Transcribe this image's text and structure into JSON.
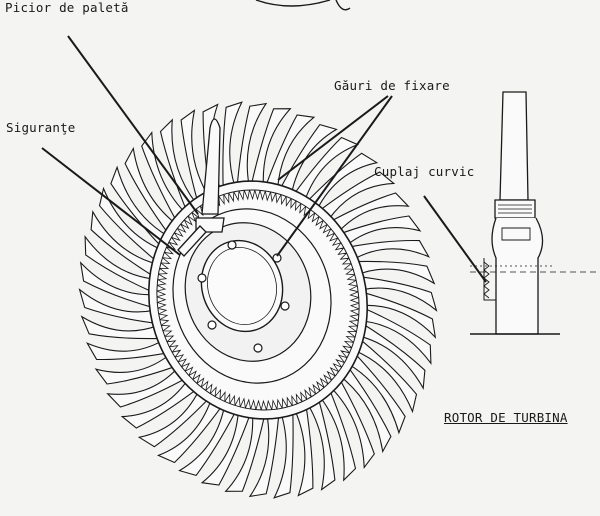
{
  "labels": {
    "picior_de_paleta": "Picior de paletă",
    "gauri_de_fixare": "Găuri de fixare",
    "sigurante": "Siguranţe",
    "cuplaj_curvic": "Cuplaj curvic",
    "rotor_de_turbina": "ROTOR DE TURBINA"
  },
  "colors": {
    "ink": "#1a1a1a",
    "paper": "#f4f4f2",
    "blade_fill": "#fafafa"
  }
}
